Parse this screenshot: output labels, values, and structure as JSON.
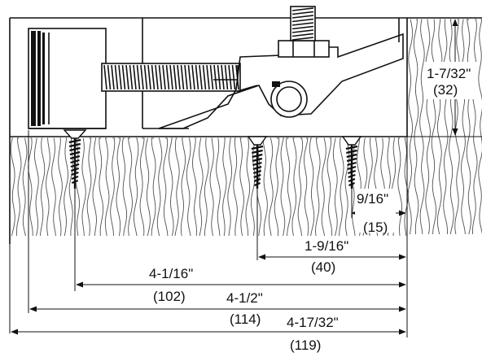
{
  "dimensions": [
    {
      "name": "height",
      "text": "1-7/32\"",
      "metric": "(32)"
    },
    {
      "name": "small-gap",
      "text": "9/16\"",
      "metric": "(15)"
    },
    {
      "name": "screw3-to-edge",
      "text": "1-9/16\"",
      "metric": "(40)"
    },
    {
      "name": "screw1-to-edge",
      "text": "4-1/16\"",
      "metric": "(102)"
    },
    {
      "name": "block-to-edge",
      "text": "4-1/2\"",
      "metric": "(114)"
    },
    {
      "name": "overall",
      "text": "4-17/32\"",
      "metric": "(119)"
    }
  ]
}
